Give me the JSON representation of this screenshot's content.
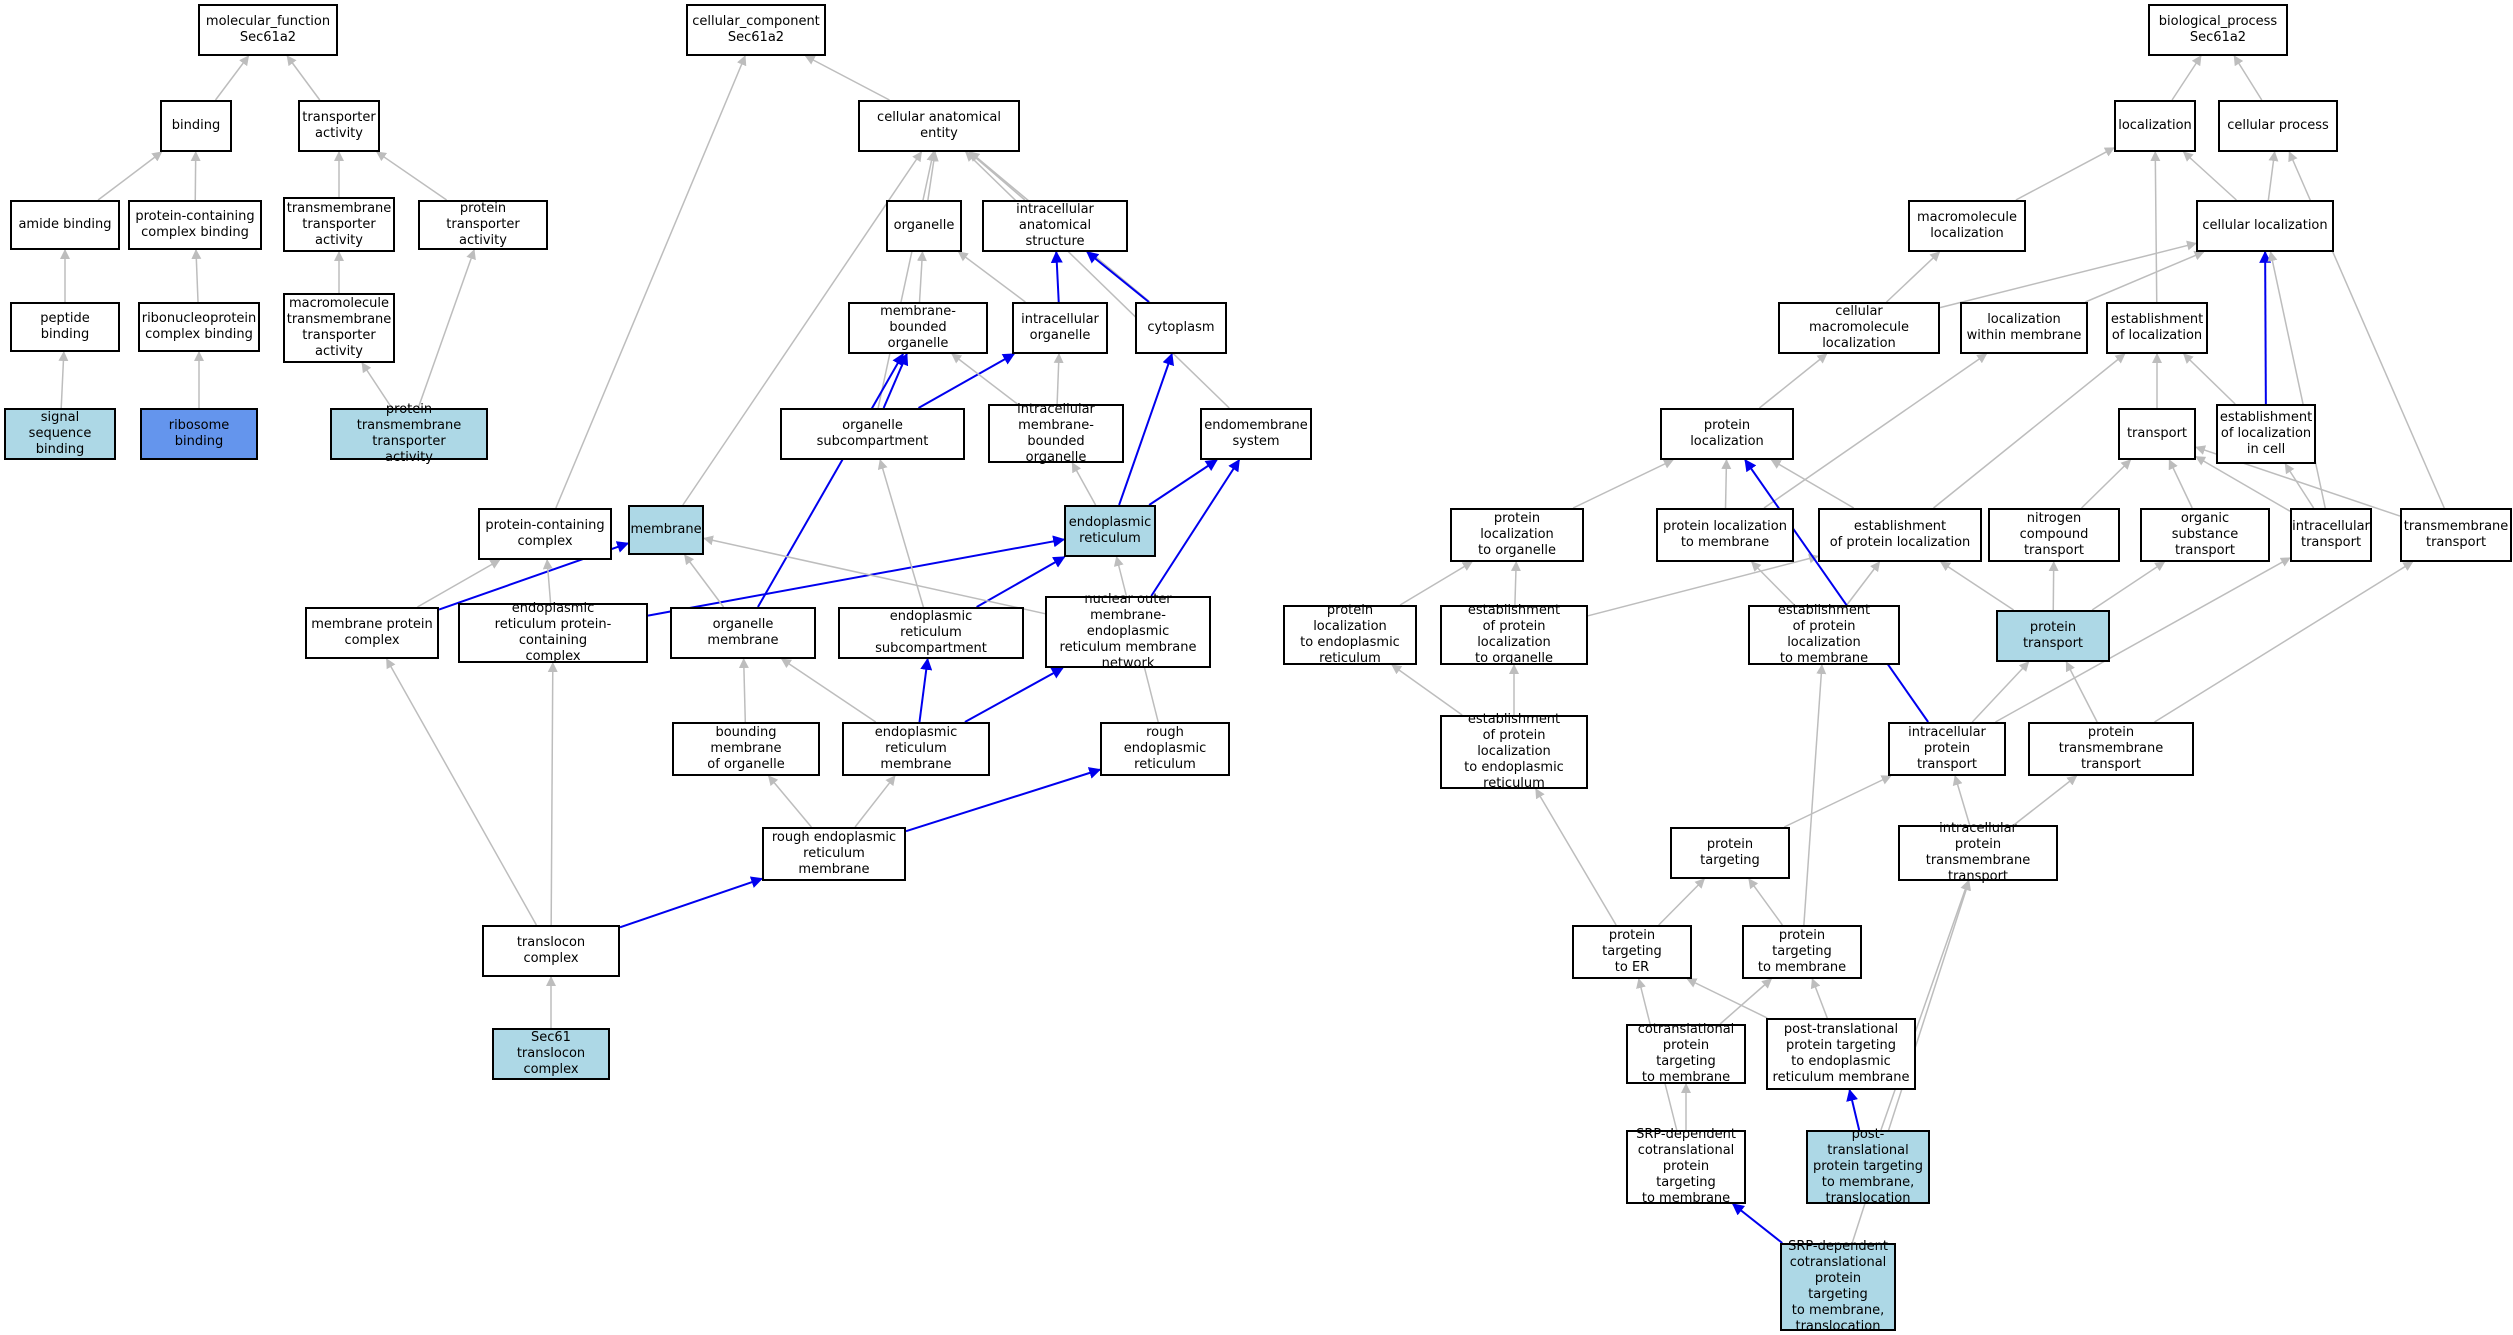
{
  "colors": {
    "default_fill": "#ffffff",
    "light_blue": "#add8e6",
    "medium_blue": "#6495ed",
    "edge_gray": "#bdbdbd",
    "edge_blue": "#0000ee"
  },
  "nodes": [
    {
      "id": "mf_root",
      "label": "molecular_function\nSec61a2",
      "fill": "white"
    },
    {
      "id": "binding",
      "label": "binding",
      "fill": "white"
    },
    {
      "id": "transporter_activity",
      "label": "transporter\nactivity",
      "fill": "white"
    },
    {
      "id": "amide_binding",
      "label": "amide binding",
      "fill": "white"
    },
    {
      "id": "protein_containing_complex_binding",
      "label": "protein-containing\ncomplex binding",
      "fill": "white"
    },
    {
      "id": "transmembrane_transporter_activity",
      "label": "transmembrane\ntransporter\nactivity",
      "fill": "white"
    },
    {
      "id": "protein_transporter_activity",
      "label": "protein transporter\nactivity",
      "fill": "white"
    },
    {
      "id": "peptide_binding",
      "label": "peptide binding",
      "fill": "white"
    },
    {
      "id": "ribonucleoprotein_complex_binding",
      "label": "ribonucleoprotein\ncomplex binding",
      "fill": "white"
    },
    {
      "id": "macromolecule_tt_activity",
      "label": "macromolecule\ntransmembrane\ntransporter\nactivity",
      "fill": "white"
    },
    {
      "id": "signal_sequence_binding",
      "label": "signal sequence\nbinding",
      "fill": "lightblue"
    },
    {
      "id": "ribosome_binding",
      "label": "ribosome binding",
      "fill": "mediumblue"
    },
    {
      "id": "protein_tm_transporter_activity",
      "label": "protein transmembrane\ntransporter\nactivity",
      "fill": "lightblue"
    },
    {
      "id": "cc_root",
      "label": "cellular_component\nSec61a2",
      "fill": "white"
    },
    {
      "id": "cellular_anatomical_entity",
      "label": "cellular anatomical\nentity",
      "fill": "white"
    },
    {
      "id": "organelle",
      "label": "organelle",
      "fill": "white"
    },
    {
      "id": "intracellular_anatomical_structure",
      "label": "intracellular\nanatomical structure",
      "fill": "white"
    },
    {
      "id": "membrane_bounded_organelle",
      "label": "membrane-bounded\norganelle",
      "fill": "white"
    },
    {
      "id": "intracellular_organelle",
      "label": "intracellular\norganelle",
      "fill": "white"
    },
    {
      "id": "cytoplasm",
      "label": "cytoplasm",
      "fill": "white"
    },
    {
      "id": "organelle_subcompartment",
      "label": "organelle subcompartment",
      "fill": "white"
    },
    {
      "id": "intracellular_mb_organelle",
      "label": "intracellular\nmembrane-bounded\norganelle",
      "fill": "white"
    },
    {
      "id": "endomembrane_system",
      "label": "endomembrane\nsystem",
      "fill": "white"
    },
    {
      "id": "protein_containing_complex",
      "label": "protein-containing\ncomplex",
      "fill": "white"
    },
    {
      "id": "membrane",
      "label": "membrane",
      "fill": "lightblue"
    },
    {
      "id": "endoplasmic_reticulum",
      "label": "endoplasmic\nreticulum",
      "fill": "lightblue"
    },
    {
      "id": "membrane_protein_complex",
      "label": "membrane protein\ncomplex",
      "fill": "white"
    },
    {
      "id": "er_protein_containing_complex",
      "label": "endoplasmic\nreticulum protein-containing\ncomplex",
      "fill": "white"
    },
    {
      "id": "organelle_membrane",
      "label": "organelle membrane",
      "fill": "white"
    },
    {
      "id": "er_subcompartment",
      "label": "endoplasmic\nreticulum subcompartment",
      "fill": "white"
    },
    {
      "id": "nuclear_outer_membrane_er_network",
      "label": "nuclear outer\nmembrane-endoplasmic\nreticulum membrane\nnetwork",
      "fill": "white"
    },
    {
      "id": "bounding_membrane_of_organelle",
      "label": "bounding membrane\nof organelle",
      "fill": "white"
    },
    {
      "id": "er_membrane",
      "label": "endoplasmic\nreticulum membrane",
      "fill": "white"
    },
    {
      "id": "rough_er",
      "label": "rough endoplasmic\nreticulum",
      "fill": "white"
    },
    {
      "id": "rough_er_membrane",
      "label": "rough endoplasmic\nreticulum membrane",
      "fill": "white"
    },
    {
      "id": "translocon_complex",
      "label": "translocon complex",
      "fill": "white"
    },
    {
      "id": "sec61_translocon_complex",
      "label": "Sec61 translocon\ncomplex",
      "fill": "lightblue"
    },
    {
      "id": "bp_root",
      "label": "biological_process\nSec61a2",
      "fill": "white"
    },
    {
      "id": "localization",
      "label": "localization",
      "fill": "white"
    },
    {
      "id": "cellular_process",
      "label": "cellular process",
      "fill": "white"
    },
    {
      "id": "macromolecule_localization",
      "label": "macromolecule\nlocalization",
      "fill": "white"
    },
    {
      "id": "cellular_localization",
      "label": "cellular localization",
      "fill": "white"
    },
    {
      "id": "cellular_macromolecule_localization",
      "label": "cellular macromolecule\nlocalization",
      "fill": "white"
    },
    {
      "id": "localization_within_membrane",
      "label": "localization\nwithin membrane",
      "fill": "white"
    },
    {
      "id": "establishment_of_localization",
      "label": "establishment\nof localization",
      "fill": "white"
    },
    {
      "id": "protein_localization",
      "label": "protein localization",
      "fill": "white"
    },
    {
      "id": "transport",
      "label": "transport",
      "fill": "white"
    },
    {
      "id": "establishment_of_localization_in_cell",
      "label": "establishment\nof localization\nin cell",
      "fill": "white"
    },
    {
      "id": "protein_localization_to_organelle",
      "label": "protein localization\nto organelle",
      "fill": "white"
    },
    {
      "id": "protein_localization_to_membrane",
      "label": "protein localization\nto membrane",
      "fill": "white"
    },
    {
      "id": "establishment_of_protein_localization",
      "label": "establishment\nof protein localization",
      "fill": "white"
    },
    {
      "id": "nitrogen_compound_transport",
      "label": "nitrogen compound\ntransport",
      "fill": "white"
    },
    {
      "id": "organic_substance_transport",
      "label": "organic substance\ntransport",
      "fill": "white"
    },
    {
      "id": "intracellular_transport",
      "label": "intracellular\ntransport",
      "fill": "white"
    },
    {
      "id": "transmembrane_transport",
      "label": "transmembrane\ntransport",
      "fill": "white"
    },
    {
      "id": "protein_localization_to_er",
      "label": "protein localization\nto endoplasmic\nreticulum",
      "fill": "white"
    },
    {
      "id": "establishment_protein_loc_to_organelle",
      "label": "establishment\nof protein localization\nto organelle",
      "fill": "white"
    },
    {
      "id": "establishment_protein_loc_to_membrane",
      "label": "establishment\nof protein localization\nto membrane",
      "fill": "white"
    },
    {
      "id": "protein_transport",
      "label": "protein transport",
      "fill": "lightblue"
    },
    {
      "id": "establishment_protein_loc_to_er",
      "label": "establishment\nof protein localization\nto endoplasmic\nreticulum",
      "fill": "white"
    },
    {
      "id": "intracellular_protein_transport",
      "label": "intracellular\nprotein transport",
      "fill": "white"
    },
    {
      "id": "protein_transmembrane_transport",
      "label": "protein transmembrane\ntransport",
      "fill": "white"
    },
    {
      "id": "protein_targeting",
      "label": "protein targeting",
      "fill": "white"
    },
    {
      "id": "intracellular_protein_tm_transport",
      "label": "intracellular\nprotein transmembrane\ntransport",
      "fill": "white"
    },
    {
      "id": "protein_targeting_to_er",
      "label": "protein targeting\nto ER",
      "fill": "white"
    },
    {
      "id": "protein_targeting_to_membrane",
      "label": "protein targeting\nto membrane",
      "fill": "white"
    },
    {
      "id": "cotranslational_protein_targeting_to_membrane",
      "label": "cotranslational\nprotein targeting\nto membrane",
      "fill": "white"
    },
    {
      "id": "post_translational_targeting_to_er_membrane",
      "label": "post-translational\nprotein targeting\nto endoplasmic\nreticulum membrane",
      "fill": "white"
    },
    {
      "id": "srp_cotranslational_targeting",
      "label": "SRP-dependent\ncotranslational\nprotein targeting\nto membrane",
      "fill": "white"
    },
    {
      "id": "post_translational_translocation",
      "label": "post-translational\nprotein targeting\nto membrane,\ntranslocation",
      "fill": "lightblue"
    },
    {
      "id": "srp_translocation",
      "label": "SRP-dependent\ncotranslational\nprotein targeting\nto membrane,\ntranslocation",
      "fill": "lightblue"
    }
  ],
  "edges": [
    [
      "binding",
      "mf_root",
      "gray"
    ],
    [
      "transporter_activity",
      "mf_root",
      "gray"
    ],
    [
      "amide_binding",
      "binding",
      "gray"
    ],
    [
      "protein_containing_complex_binding",
      "binding",
      "gray"
    ],
    [
      "transmembrane_transporter_activity",
      "transporter_activity",
      "gray"
    ],
    [
      "protein_transporter_activity",
      "transporter_activity",
      "gray"
    ],
    [
      "peptide_binding",
      "amide_binding",
      "gray"
    ],
    [
      "ribonucleoprotein_complex_binding",
      "protein_containing_complex_binding",
      "gray"
    ],
    [
      "macromolecule_tt_activity",
      "transmembrane_transporter_activity",
      "gray"
    ],
    [
      "signal_sequence_binding",
      "peptide_binding",
      "gray"
    ],
    [
      "ribosome_binding",
      "ribonucleoprotein_complex_binding",
      "gray"
    ],
    [
      "protein_tm_transporter_activity",
      "macromolecule_tt_activity",
      "gray"
    ],
    [
      "protein_tm_transporter_activity",
      "protein_transporter_activity",
      "gray"
    ],
    [
      "cellular_anatomical_entity",
      "cc_root",
      "gray"
    ],
    [
      "protein_containing_complex",
      "cc_root",
      "gray"
    ],
    [
      "organelle",
      "cellular_anatomical_entity",
      "gray"
    ],
    [
      "intracellular_anatomical_structure",
      "cellular_anatomical_entity",
      "gray"
    ],
    [
      "membrane",
      "cellular_anatomical_entity",
      "gray"
    ],
    [
      "organelle_subcompartment",
      "cellular_anatomical_entity",
      "gray"
    ],
    [
      "cytoplasm",
      "cellular_anatomical_entity",
      "gray"
    ],
    [
      "endomembrane_system",
      "cellular_anatomical_entity",
      "gray"
    ],
    [
      "membrane_bounded_organelle",
      "organelle",
      "gray"
    ],
    [
      "intracellular_organelle",
      "organelle",
      "gray"
    ],
    [
      "intracellular_organelle",
      "intracellular_anatomical_structure",
      "blue"
    ],
    [
      "cytoplasm",
      "intracellular_anatomical_structure",
      "blue"
    ],
    [
      "organelle_subcompartment",
      "membrane_bounded_organelle",
      "blue"
    ],
    [
      "organelle_subcompartment",
      "intracellular_organelle",
      "blue"
    ],
    [
      "intracellular_mb_organelle",
      "membrane_bounded_organelle",
      "gray"
    ],
    [
      "intracellular_mb_organelle",
      "intracellular_organelle",
      "gray"
    ],
    [
      "endoplasmic_reticulum",
      "intracellular_mb_organelle",
      "gray"
    ],
    [
      "endoplasmic_reticulum",
      "cytoplasm",
      "blue"
    ],
    [
      "endoplasmic_reticulum",
      "endomembrane_system",
      "blue"
    ],
    [
      "membrane_protein_complex",
      "protein_containing_complex",
      "gray"
    ],
    [
      "membrane_protein_complex",
      "membrane",
      "blue"
    ],
    [
      "er_protein_containing_complex",
      "protein_containing_complex",
      "gray"
    ],
    [
      "er_protein_containing_complex",
      "endoplasmic_reticulum",
      "blue"
    ],
    [
      "organelle_membrane",
      "membrane",
      "gray"
    ],
    [
      "organelle_membrane",
      "membrane_bounded_organelle",
      "blue"
    ],
    [
      "er_subcompartment",
      "organelle_subcompartment",
      "gray"
    ],
    [
      "er_subcompartment",
      "endoplasmic_reticulum",
      "blue"
    ],
    [
      "nuclear_outer_membrane_er_network",
      "membrane",
      "gray"
    ],
    [
      "nuclear_outer_membrane_er_network",
      "endomembrane_system",
      "blue"
    ],
    [
      "bounding_membrane_of_organelle",
      "organelle_membrane",
      "gray"
    ],
    [
      "er_membrane",
      "organelle_membrane",
      "gray"
    ],
    [
      "er_membrane",
      "er_subcompartment",
      "blue"
    ],
    [
      "er_membrane",
      "nuclear_outer_membrane_er_network",
      "blue"
    ],
    [
      "rough_er",
      "endoplasmic_reticulum",
      "gray"
    ],
    [
      "rough_er_membrane",
      "bounding_membrane_of_organelle",
      "gray"
    ],
    [
      "rough_er_membrane",
      "er_membrane",
      "gray"
    ],
    [
      "rough_er_membrane",
      "rough_er",
      "blue"
    ],
    [
      "translocon_complex",
      "membrane_protein_complex",
      "gray"
    ],
    [
      "translocon_complex",
      "er_protein_containing_complex",
      "gray"
    ],
    [
      "translocon_complex",
      "rough_er_membrane",
      "blue"
    ],
    [
      "sec61_translocon_complex",
      "translocon_complex",
      "gray"
    ],
    [
      "localization",
      "bp_root",
      "gray"
    ],
    [
      "cellular_process",
      "bp_root",
      "gray"
    ],
    [
      "macromolecule_localization",
      "localization",
      "gray"
    ],
    [
      "cellular_localization",
      "localization",
      "gray"
    ],
    [
      "establishment_of_localization",
      "localization",
      "gray"
    ],
    [
      "cellular_localization",
      "cellular_process",
      "gray"
    ],
    [
      "transmembrane_transport",
      "cellular_process",
      "gray"
    ],
    [
      "cellular_macromolecule_localization",
      "macromolecule_localization",
      "gray"
    ],
    [
      "cellular_macromolecule_localization",
      "cellular_localization",
      "gray"
    ],
    [
      "localization_within_membrane",
      "cellular_localization",
      "gray"
    ],
    [
      "establishment_of_localization_in_cell",
      "cellular_localization",
      "blue"
    ],
    [
      "intracellular_transport",
      "cellular_localization",
      "gray"
    ],
    [
      "protein_localization",
      "cellular_macromolecule_localization",
      "gray"
    ],
    [
      "transport",
      "establishment_of_localization",
      "gray"
    ],
    [
      "establishment_of_localization_in_cell",
      "establishment_of_localization",
      "gray"
    ],
    [
      "establishment_of_protein_localization",
      "establishment_of_localization",
      "gray"
    ],
    [
      "protein_localization_to_organelle",
      "protein_localization",
      "gray"
    ],
    [
      "protein_localization_to_membrane",
      "protein_localization",
      "gray"
    ],
    [
      "establishment_of_protein_localization",
      "protein_localization",
      "gray"
    ],
    [
      "protein_localization_to_membrane",
      "localization_within_membrane",
      "gray"
    ],
    [
      "nitrogen_compound_transport",
      "transport",
      "gray"
    ],
    [
      "organic_substance_transport",
      "transport",
      "gray"
    ],
    [
      "intracellular_transport",
      "transport",
      "gray"
    ],
    [
      "transmembrane_transport",
      "transport",
      "gray"
    ],
    [
      "intracellular_transport",
      "establishment_of_localization_in_cell",
      "gray"
    ],
    [
      "protein_localization_to_er",
      "protein_localization_to_organelle",
      "gray"
    ],
    [
      "establishment_protein_loc_to_organelle",
      "protein_localization_to_organelle",
      "gray"
    ],
    [
      "establishment_protein_loc_to_organelle",
      "establishment_of_protein_localization",
      "gray"
    ],
    [
      "establishment_protein_loc_to_membrane",
      "protein_localization_to_membrane",
      "gray"
    ],
    [
      "establishment_protein_loc_to_membrane",
      "establishment_of_protein_localization",
      "gray"
    ],
    [
      "protein_transport",
      "establishment_of_protein_localization",
      "gray"
    ],
    [
      "protein_transport",
      "nitrogen_compound_transport",
      "gray"
    ],
    [
      "protein_transport",
      "organic_substance_transport",
      "gray"
    ],
    [
      "establishment_protein_loc_to_er",
      "protein_localization_to_er",
      "gray"
    ],
    [
      "establishment_protein_loc_to_er",
      "establishment_protein_loc_to_organelle",
      "gray"
    ],
    [
      "intracellular_protein_transport",
      "protein_transport",
      "gray"
    ],
    [
      "intracellular_protein_transport",
      "intracellular_transport",
      "gray"
    ],
    [
      "intracellular_protein_transport",
      "protein_localization",
      "blue"
    ],
    [
      "protein_transmembrane_transport",
      "protein_transport",
      "gray"
    ],
    [
      "protein_transmembrane_transport",
      "transmembrane_transport",
      "gray"
    ],
    [
      "protein_targeting",
      "intracellular_protein_transport",
      "gray"
    ],
    [
      "intracellular_protein_tm_transport",
      "intracellular_protein_transport",
      "gray"
    ],
    [
      "intracellular_protein_tm_transport",
      "protein_transmembrane_transport",
      "gray"
    ],
    [
      "protein_targeting_to_er",
      "protein_targeting",
      "gray"
    ],
    [
      "protein_targeting_to_er",
      "establishment_protein_loc_to_er",
      "gray"
    ],
    [
      "protein_targeting_to_membrane",
      "protein_targeting",
      "gray"
    ],
    [
      "protein_targeting_to_membrane",
      "establishment_protein_loc_to_membrane",
      "gray"
    ],
    [
      "cotranslational_protein_targeting_to_membrane",
      "protein_targeting_to_membrane",
      "gray"
    ],
    [
      "post_translational_targeting_to_er_membrane",
      "protein_targeting_to_er",
      "gray"
    ],
    [
      "post_translational_targeting_to_er_membrane",
      "protein_targeting_to_membrane",
      "gray"
    ],
    [
      "srp_cotranslational_targeting",
      "cotranslational_protein_targeting_to_membrane",
      "gray"
    ],
    [
      "srp_cotranslational_targeting",
      "protein_targeting_to_er",
      "gray"
    ],
    [
      "post_translational_translocation",
      "post_translational_targeting_to_er_membrane",
      "blue"
    ],
    [
      "post_translational_translocation",
      "intracellular_protein_tm_transport",
      "gray"
    ],
    [
      "srp_translocation",
      "srp_cotranslational_targeting",
      "blue"
    ],
    [
      "srp_translocation",
      "intracellular_protein_tm_transport",
      "gray"
    ]
  ]
}
